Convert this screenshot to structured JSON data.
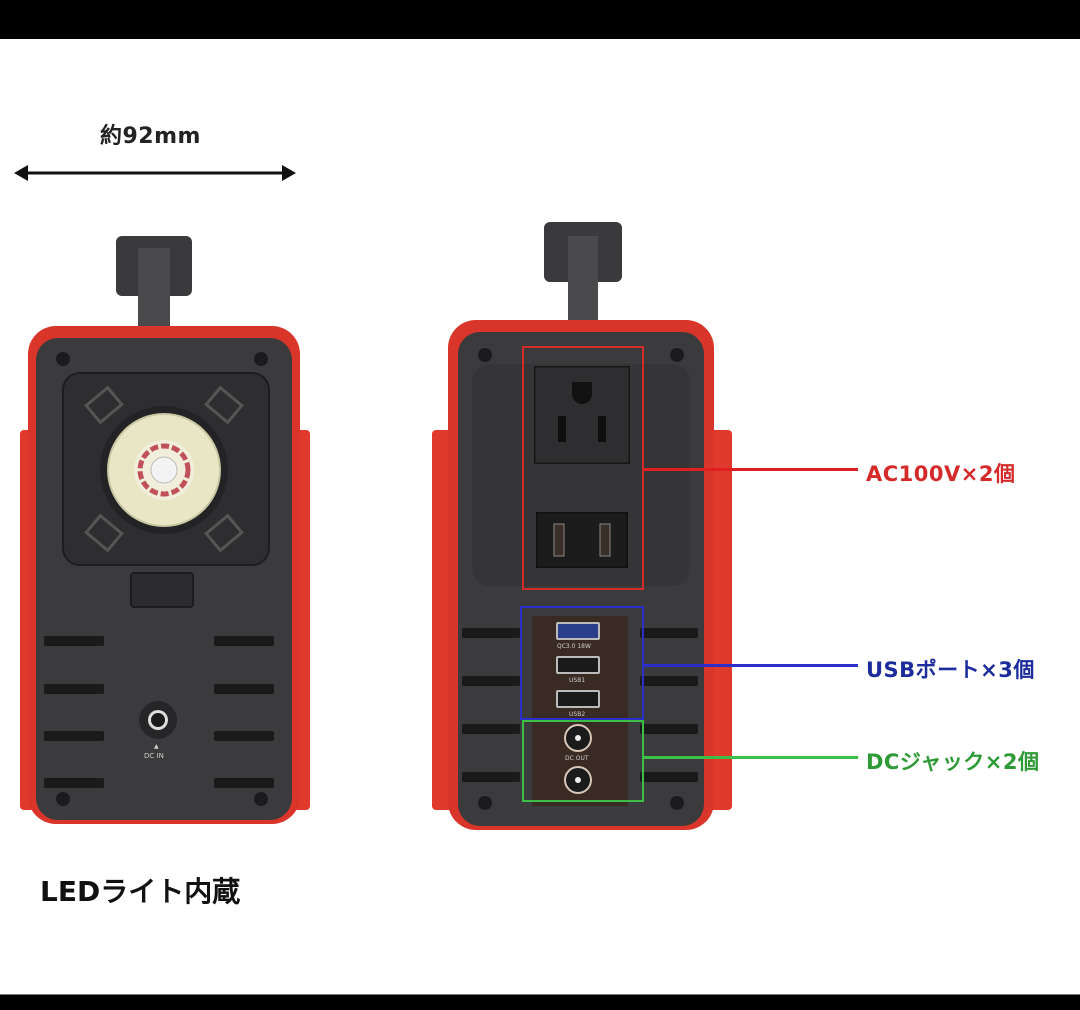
{
  "dimension": {
    "label": "約92mm"
  },
  "left_device": {
    "caption": "LEDライト内蔵",
    "dc_in_label": "DC IN",
    "icons": [
      "led-light-icon",
      "dc-in-jack-icon"
    ]
  },
  "right_device": {
    "port_labels": {
      "usb_qc": "QC3.0 18W",
      "usb1": "USB1",
      "usb2": "USB2",
      "dc_out": "DC OUT"
    }
  },
  "callouts": [
    {
      "label": "AC100V×2個",
      "color": "#d42a2a"
    },
    {
      "label": "USBポート×3個",
      "color": "#1c2c9c"
    },
    {
      "label": "DCジャック×2個",
      "color": "#2e9a36"
    }
  ],
  "colors": {
    "background": "#ffffff",
    "frame_bars": "#000000",
    "device_shell": "#d9352a",
    "device_face": "#3b3b3d"
  }
}
